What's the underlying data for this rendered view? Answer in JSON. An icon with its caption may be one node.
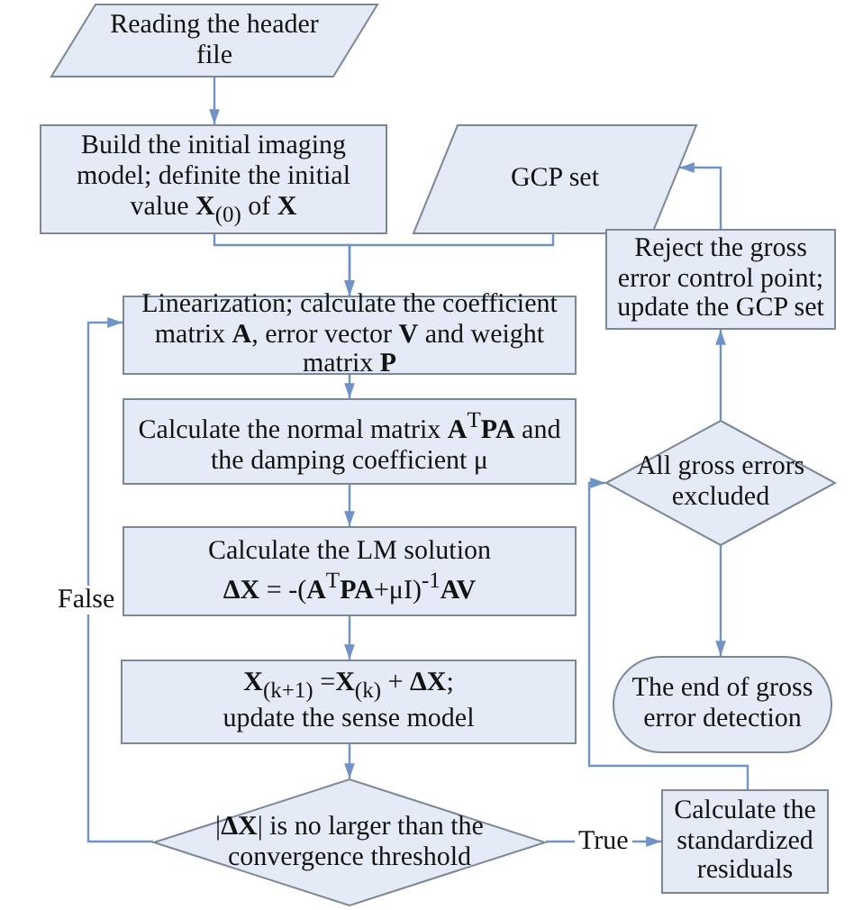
{
  "diagram": {
    "nodes": [
      {
        "text": [
          "Reading the header file"
        ]
      },
      {
        "text": [
          "Build the initial imaging model; definite the initial value **X**$_{(0)}$ of **X**"
        ]
      },
      {
        "text": [
          "GCP set"
        ]
      },
      {
        "text": [
          "Reject the gross error control point; update the GCP set"
        ]
      },
      {
        "text": [
          "Linearization; calculate the coefficient matrix **A**, error vector **V** and weight matrix **P**"
        ]
      },
      {
        "text": [
          "Calculate the normal matrix **A**$^{T}$**PA** and the damping coefficient μ"
        ]
      },
      {
        "text": [
          "All gross errors excluded"
        ]
      },
      {
        "text": [
          "Calculate the LM solution",
          "**ΔX** = -(**A**$^{T}$**PA**+μI)$^{-1}$**AV**"
        ]
      },
      {
        "text": [
          "The end of gross error detection"
        ]
      },
      {
        "text": [
          "**X**$_{(k+1)}$ =**X**$_{(k)}$ + **ΔX**;",
          "update the sense model"
        ]
      },
      {
        "text": [
          "|**ΔX**| is no larger than the convergence threshold"
        ]
      },
      {
        "text": [
          "Calculate the standardized residuals"
        ]
      }
    ],
    "edges": [
      {
        "from": 0,
        "to": 1,
        "arrow": "to"
      },
      {
        "from": 1,
        "to": 4,
        "arrow": "to"
      },
      {
        "from": 2,
        "to": 4,
        "arrow": "to"
      },
      {
        "from": 3,
        "to": 2,
        "arrow": "to"
      },
      {
        "from": 4,
        "to": 5,
        "arrow": "to"
      },
      {
        "from": 5,
        "to": 7,
        "arrow": "to"
      },
      {
        "from": 7,
        "to": 9,
        "arrow": "to"
      },
      {
        "from": 9,
        "to": 10,
        "arrow": "to"
      },
      {
        "from": 10,
        "to": 4,
        "arrow": "to",
        "label": "False"
      },
      {
        "from": 10,
        "to": 11,
        "arrow": "to",
        "label": "True"
      },
      {
        "from": 11,
        "to": 6,
        "arrow": "to"
      },
      {
        "from": 6,
        "to": 3,
        "arrow": "to"
      },
      {
        "from": 6,
        "to": 8,
        "arrow": "to"
      }
    ]
  }
}
